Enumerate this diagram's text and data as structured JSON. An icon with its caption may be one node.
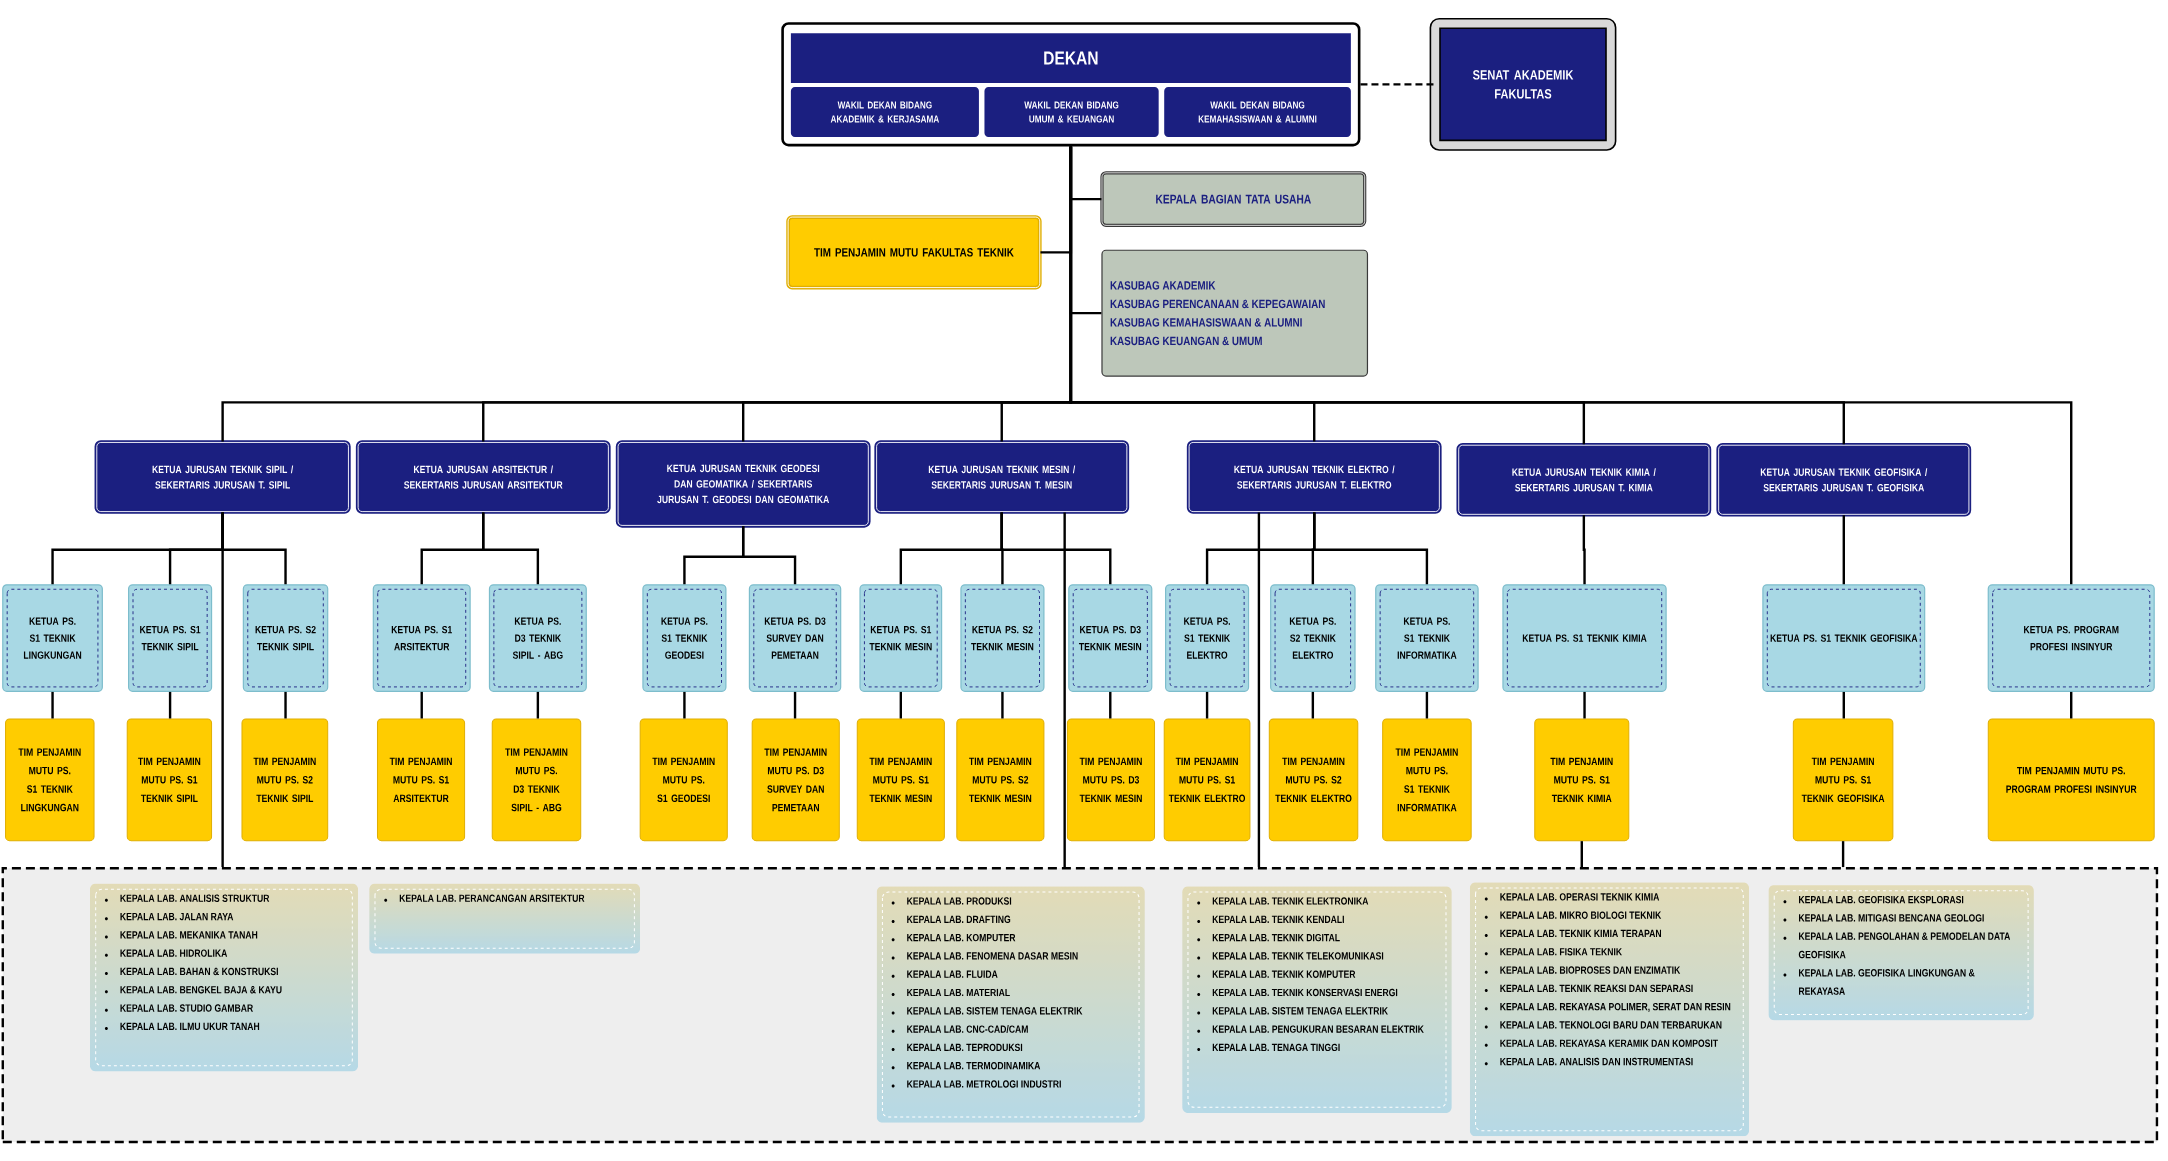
{
  "diagram": {
    "nodes": [
      {
        "text": [
          "DEKAN"
        ]
      },
      {
        "text": [
          "WAKIL DEKAN BIDANG AKADEMIK & KERJASAMA"
        ],
        "in": 0
      },
      {
        "text": [
          "WAKIL DEKAN BIDANG UMUM & KEUANGAN"
        ],
        "in": 0
      },
      {
        "text": [
          "WAKIL DEKAN BIDANG KEMAHASISWAAN & ALUMNI"
        ],
        "in": 0
      },
      {
        "text": [
          "SENAT AKADEMIK FAKULTAS"
        ]
      },
      {
        "text": [
          "KEPALA BAGIAN TATA USAHA"
        ]
      },
      {
        "text": [
          "TIM PENJAMIN MUTU FAKULTAS TEKNIK"
        ]
      },
      {
        "text": [
          "KASUBAG AKADEMIK",
          "KASUBAG PERENCANAAN & KEPEGAWAIAN",
          "KASUBAG KEMAHASISWAAN & ALUMNI",
          "KASUBAG KEUANGAN & UMUM"
        ]
      },
      {
        "text": [
          "KETUA JURUSAN TEKNIK SIPIL / SEKERTARIS JURUSAN T. SIPIL"
        ]
      },
      {
        "text": [
          "KETUA JURUSAN ARSITEKTUR / SEKERTARIS JURUSAN ARSITEKTUR"
        ]
      },
      {
        "text": [
          "KETUA JURUSAN TEKNIK GEODESI DAN GEOMATIKA / SEKERTARIS JURUSAN T. GEODESI DAN GEOMATIKA"
        ]
      },
      {
        "text": [
          "KETUA JURUSAN TEKNIK MESIN / SEKERTARIS JURUSAN T. MESIN"
        ]
      },
      {
        "text": [
          "KETUA JURUSAN TEKNIK ELEKTRO / SEKERTARIS JURUSAN T. ELEKTRO"
        ]
      },
      {
        "text": [
          "KETUA JURUSAN TEKNIK KIMIA / SEKERTARIS JURUSAN T. KIMIA"
        ]
      },
      {
        "text": [
          "KETUA JURUSAN TEKNIK GEOFISIKA / SEKERTARIS JURUSAN T. GEOFISIKA"
        ]
      },
      {
        "text": [
          "KETUA PS. S1 TEKNIK LINGKUNGAN"
        ]
      },
      {
        "text": [
          "KETUA PS. S1 TEKNIK SIPIL"
        ]
      },
      {
        "text": [
          "KETUA PS. S2 TEKNIK SIPIL"
        ]
      },
      {
        "text": [
          "KETUA PS. S1 ARSITEKTUR"
        ]
      },
      {
        "text": [
          "KETUA PS. D3 TEKNIK SIPIL - ABG"
        ]
      },
      {
        "text": [
          "KETUA PS. S1 TEKNIK GEODESI"
        ]
      },
      {
        "text": [
          "KETUA PS. D3 SURVEY DAN PEMETAAN"
        ]
      },
      {
        "text": [
          "KETUA PS. S1 TEKNIK MESIN"
        ]
      },
      {
        "text": [
          "KETUA PS. S2 TEKNIK MESIN"
        ]
      },
      {
        "text": [
          "KETUA PS. D3 TEKNIK MESIN"
        ]
      },
      {
        "text": [
          "KETUA PS. S1 TEKNIK ELEKTRO"
        ]
      },
      {
        "text": [
          "KETUA PS. S2 TEKNIK ELEKTRO"
        ]
      },
      {
        "text": [
          "KETUA PS. S1 TEKNIK INFORMATIKA"
        ]
      },
      {
        "text": [
          "KETUA PS. S1 TEKNIK KIMIA"
        ]
      },
      {
        "text": [
          "KETUA PS. S1 TEKNIK GEOFISIKA"
        ]
      },
      {
        "text": [
          "KETUA PS. PROGRAM PROFESI INSINYUR"
        ]
      },
      {
        "text": [
          "TIM PENJAMIN MUTU PS. S1 TEKNIK LINGKUNGAN"
        ]
      },
      {
        "text": [
          "TIM PENJAMIN MUTU PS. S1 TEKNIK SIPIL"
        ]
      },
      {
        "text": [
          "TIM PENJAMIN MUTU PS. S2 TEKNIK SIPIL"
        ]
      },
      {
        "text": [
          "TIM PENJAMIN MUTU PS. S1 ARSITEKTUR"
        ]
      },
      {
        "text": [
          "TIM PENJAMIN MUTU PS. D3 TEKNIK SIPIL - ABG"
        ]
      },
      {
        "text": [
          "TIM PENJAMIN MUTU PS. S1 GEODESI"
        ]
      },
      {
        "text": [
          "TIM PENJAMIN MUTU PS. D3 SURVEY DAN PEMETAAN"
        ]
      },
      {
        "text": [
          "TIM PENJAMIN MUTU PS. S1 TEKNIK MESIN"
        ]
      },
      {
        "text": [
          "TIM PENJAMIN MUTU PS. S2 TEKNIK MESIN"
        ]
      },
      {
        "text": [
          "TIM PENJAMIN MUTU PS. D3 TEKNIK MESIN"
        ]
      },
      {
        "text": [
          "TIM PENJAMIN MUTU PS. S1 TEKNIK ELEKTRO"
        ]
      },
      {
        "text": [
          "TIM PENJAMIN MUTU PS. S2 TEKNIK ELEKTRO"
        ]
      },
      {
        "text": [
          "TIM PENJAMIN MUTU PS. S1 TEKNIK INFORMATIKA"
        ]
      },
      {
        "text": [
          "TIM PENJAMIN MUTU PS. S1 TEKNIK KIMIA"
        ]
      },
      {
        "text": [
          "TIM PENJAMIN MUTU PS. S1 TEKNIK GEOFISIKA"
        ]
      },
      {
        "text": [
          "TIM PENJAMIN MUTU PS. PROGRAM PROFESI INSINYUR"
        ]
      },
      {
        "text": [],
        "shape": "box"
      },
      {
        "text": [
          "KEPALA LAB. ANALISIS STRUKTUR",
          "KEPALA LAB. JALAN RAYA",
          "KEPALA LAB. MEKANIKA TANAH",
          "KEPALA LAB. HIDROLIKA",
          "KEPALA LAB. BAHAN & KONSTRUKSI",
          "KEPALA LAB. BENGKEL BAJA & KAYU",
          "KEPALA LAB. STUDIO GAMBAR",
          "KEPALA LAB. ILMU UKUR TANAH"
        ],
        "in": 47
      },
      {
        "text": [
          "KEPALA LAB. PERANCANGAN ARSITEKTUR"
        ],
        "in": 47
      },
      {
        "text": [
          "KEPALA LAB. PRODUKSI",
          "KEPALA LAB. DRAFTING",
          "KEPALA LAB. KOMPUTER",
          "KEPALA LAB. FENOMENA DASAR MESIN",
          "KEPALA LAB. FLUIDA",
          "KEPALA LAB. MATERIAL",
          "KEPALA LAB. SISTEM TENAGA ELEKTRIK",
          "KEPALA LAB. CNC-CAD/CAM",
          "KEPALA LAB. TEPRODUKSI",
          "KEPALA LAB. TERMODINAMIKA",
          "KEPALA LAB. METROLOGI INDUSTRI"
        ],
        "in": 47
      },
      {
        "text": [
          "KEPALA LAB. TEKNIK ELEKTRONIKA",
          "KEPALA LAB. TEKNIK KENDALI",
          "KEPALA LAB. TEKNIK DIGITAL",
          "KEPALA LAB. TEKNIK TELEKOMUNIKASI",
          "KEPALA LAB. TEKNIK KOMPUTER",
          "KEPALA LAB. TEKNIK KONSERVASI ENERGI",
          "KEPALA LAB. SISTEM TENAGA ELEKTRIK",
          "KEPALA LAB. PENGUKURAN BESARAN ELEKTRIK",
          "KEPALA LAB. TENAGA TINGGI"
        ],
        "in": 47
      },
      {
        "text": [
          "KEPALA LAB. OPERASI TEKNIK KIMIA",
          "KEPALA LAB. MIKRO BIOLOGI TEKNIK",
          "KEPALA LAB. TEKNIK KIMIA TERAPAN",
          "KEPALA LAB. FISIKA TEKNIK",
          "KEPALA LAB. BIOPROSES DAN ENZIMATIK",
          "KEPALA LAB. TEKNIK REAKSI DAN SEPARASI",
          "KEPALA LAB. REKAYASA POLIMER, SERAT DAN RESIN",
          "KEPALA LAB. TEKNOLOGI BARU DAN TERBARUKAN",
          "KEPALA LAB. REKAYASA KERAMIK DAN KOMPOSIT",
          "KEPALA LAB. ANALISIS DAN INSTRUMENTASI"
        ],
        "in": 47
      },
      {
        "text": [
          "KEPALA LAB. GEOFISIKA EKSPLORASI",
          "KEPALA LAB. MITIGASI BENCANA GEOLOGI",
          "KEPALA LAB. PENGOLAHAN & PEMODELAN DATA GEOFISIKA",
          "KEPALA LAB. GEOFISIKA LINGKUNGAN & REKAYASA"
        ],
        "in": 47
      }
    ],
    "edges": [
      {
        "from": 0,
        "to": 4,
        "arrow": "none",
        "style": "dashed"
      },
      {
        "from": 0,
        "to": 5,
        "arrow": "none"
      },
      {
        "from": 0,
        "to": 6,
        "arrow": "none"
      },
      {
        "from": 0,
        "to": 7,
        "arrow": "none"
      },
      {
        "from": 0,
        "to": 8,
        "arrow": "none"
      },
      {
        "from": 0,
        "to": 9,
        "arrow": "none"
      },
      {
        "from": 0,
        "to": 10,
        "arrow": "none"
      },
      {
        "from": 0,
        "to": 11,
        "arrow": "none"
      },
      {
        "from": 0,
        "to": 12,
        "arrow": "none"
      },
      {
        "from": 0,
        "to": 13,
        "arrow": "none"
      },
      {
        "from": 0,
        "to": 14,
        "arrow": "none"
      },
      {
        "from": 0,
        "to": 30,
        "arrow": "none"
      },
      {
        "from": 8,
        "to": 15,
        "arrow": "none"
      },
      {
        "from": 8,
        "to": 16,
        "arrow": "none"
      },
      {
        "from": 8,
        "to": 17,
        "arrow": "none"
      },
      {
        "from": 9,
        "to": 18,
        "arrow": "none"
      },
      {
        "from": 9,
        "to": 19,
        "arrow": "none"
      },
      {
        "from": 10,
        "to": 20,
        "arrow": "none"
      },
      {
        "from": 10,
        "to": 21,
        "arrow": "none"
      },
      {
        "from": 11,
        "to": 22,
        "arrow": "none"
      },
      {
        "from": 11,
        "to": 23,
        "arrow": "none"
      },
      {
        "from": 11,
        "to": 24,
        "arrow": "none"
      },
      {
        "from": 12,
        "to": 25,
        "arrow": "none"
      },
      {
        "from": 12,
        "to": 26,
        "arrow": "none"
      },
      {
        "from": 12,
        "to": 27,
        "arrow": "none"
      },
      {
        "from": 13,
        "to": 28,
        "arrow": "none"
      },
      {
        "from": 14,
        "to": 29,
        "arrow": "none"
      },
      {
        "from": 15,
        "to": 31,
        "arrow": "none"
      },
      {
        "from": 16,
        "to": 32,
        "arrow": "none"
      },
      {
        "from": 17,
        "to": 33,
        "arrow": "none"
      },
      {
        "from": 18,
        "to": 34,
        "arrow": "none"
      },
      {
        "from": 19,
        "to": 35,
        "arrow": "none"
      },
      {
        "from": 20,
        "to": 36,
        "arrow": "none"
      },
      {
        "from": 21,
        "to": 37,
        "arrow": "none"
      },
      {
        "from": 22,
        "to": 38,
        "arrow": "none"
      },
      {
        "from": 23,
        "to": 39,
        "arrow": "none"
      },
      {
        "from": 24,
        "to": 40,
        "arrow": "none"
      },
      {
        "from": 25,
        "to": 41,
        "arrow": "none"
      },
      {
        "from": 26,
        "to": 42,
        "arrow": "none"
      },
      {
        "from": 27,
        "to": 43,
        "arrow": "none"
      },
      {
        "from": 28,
        "to": 44,
        "arrow": "none"
      },
      {
        "from": 29,
        "to": 45,
        "arrow": "none"
      },
      {
        "from": 30,
        "to": 46,
        "arrow": "none"
      },
      {
        "from": 8,
        "to": 47,
        "arrow": "none"
      },
      {
        "from": 11,
        "to": 47,
        "arrow": "none"
      },
      {
        "from": 12,
        "to": 47,
        "arrow": "none"
      },
      {
        "from": 44,
        "to": 47,
        "arrow": "none"
      },
      {
        "from": 45,
        "to": 47,
        "arrow": "none"
      }
    ]
  }
}
